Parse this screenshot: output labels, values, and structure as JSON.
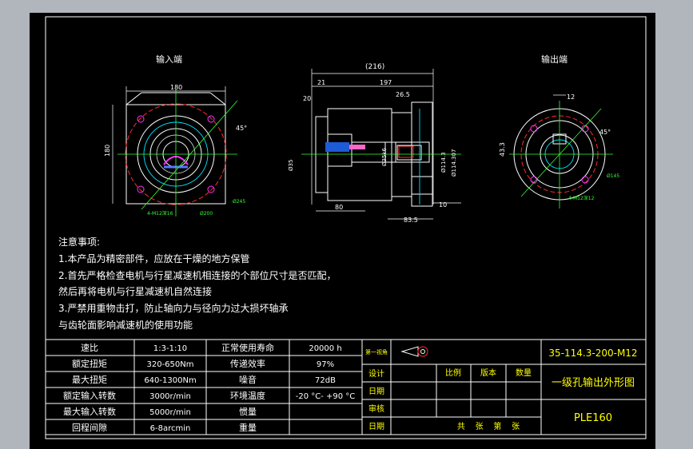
{
  "views": {
    "input_label": "输入端",
    "output_label": "输出端",
    "input_dims": {
      "width": "180",
      "height": "180",
      "angle": "45°",
      "pcd": "Ø245",
      "bore": "Ø200",
      "holes": "4-M12深16"
    },
    "side_dims": {
      "total": "(216)",
      "d21": "21",
      "d197": "197",
      "d26": "26.5",
      "d20": "20",
      "d80": "80",
      "d83": "83.5",
      "d10": "10",
      "shaft": "Ø35",
      "pilot": "Ø114.3",
      "flange": "Ø114.307",
      "key": "Ø35k6"
    },
    "output_dims": {
      "d12": "12",
      "angle": "45°",
      "d43": "43.3",
      "pcd": "Ø145",
      "holes": "4-M12深12"
    }
  },
  "notes": {
    "title": "注意事项:",
    "lines": [
      "1.本产品为精密部件，应放在干燥的地方保管",
      "2.首先严格检查电机与行星减速机相连接的个部位尺寸是否匹配，",
      "然后再将电机与行星减速机自然连接",
      "3.严禁用重物击打，防止轴向力与径向力过大损坏轴承",
      "与齿轮面影响减速机的使用功能"
    ]
  },
  "spec_table": {
    "rows": [
      [
        "速比",
        "1:3-1:10",
        "正常使用寿命",
        "20000 h"
      ],
      [
        "额定扭矩",
        "320-650Nm",
        "传递效率",
        "97%"
      ],
      [
        "最大扭矩",
        "640-1300Nm",
        "噪音",
        "72dB"
      ],
      [
        "额定输入转数",
        "3000r/min",
        "环境温度",
        "-20 °C- +90 °C"
      ],
      [
        "最大输入转数",
        "5000r/min",
        "惯量",
        ""
      ],
      [
        "回程间隙",
        "6-8arcmin",
        "重量",
        ""
      ]
    ]
  },
  "title_block": {
    "first_view": "第一视角",
    "design": "设计",
    "date": "日期",
    "review": "审核",
    "date2": "日期",
    "scale": "比例",
    "version": "版本",
    "quantity": "数量",
    "sheets": "共    张    第    张",
    "drawing_no": "35-114.3-200-M12",
    "drawing_title": "一级孔输出外形图",
    "model": "PLE160"
  }
}
